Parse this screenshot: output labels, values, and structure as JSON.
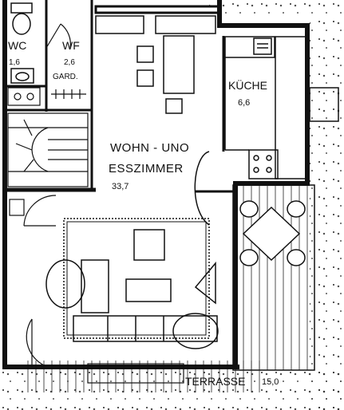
{
  "rooms": {
    "wc": {
      "name": "WC",
      "area": "1,6"
    },
    "wf": {
      "name": "WF",
      "area": "2,6",
      "note": "GARD."
    },
    "kueche": {
      "name": "KÜCHE",
      "area": "6,6"
    },
    "wohnen": {
      "name_line1": "WOHN - UNO",
      "name_line2": "ESSZIMMER",
      "area": "33,7"
    },
    "terrasse": {
      "name": "TERRASSE",
      "area": "15,0"
    }
  },
  "colors": {
    "ink": "#111111",
    "paper": "#ffffff"
  }
}
